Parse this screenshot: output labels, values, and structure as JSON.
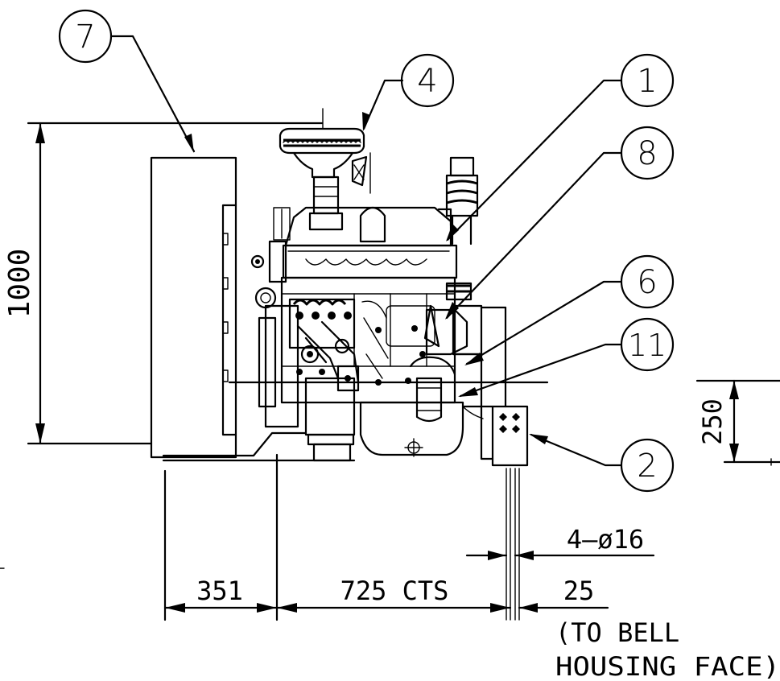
{
  "callouts": {
    "c1": "1",
    "c2": "2",
    "c4": "4",
    "c6": "6",
    "c7": "7",
    "c8": "8",
    "c11": "11"
  },
  "dimensions": {
    "height_total": "1000",
    "mount_height": "250",
    "front_overhang": "351",
    "mount_centers": "725 CTS",
    "hole_spec": "4–ø16",
    "bell_offset": "25",
    "bell_note_line1": "(TO BELL",
    "bell_note_line2": "HOUSING FACE)"
  }
}
